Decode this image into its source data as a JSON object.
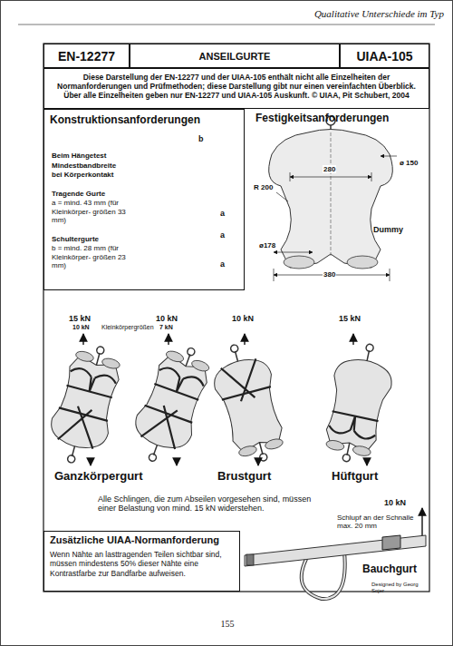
{
  "diagram": {
    "nodes": [
      {
        "text": [
          "EN-12277"
        ]
      },
      {
        "text": [
          "ANSEILGURTE"
        ]
      },
      {
        "text": [
          "UIAA-105"
        ]
      },
      {
        "text": [
          "Diese Darstellung der EN-12277 und der UIAA-105 enthält nicht alle Einzelheiten der Normanforderungen und Prüfmethoden; diese Darstellung gibt nur einen vereinfachten Überblick. Über alle Einzelheiten geben nur EN-12277 und UIAA-105 Auskunft. © UIAA, Pit Schubert, 2004"
        ]
      },
      {
        "text": [
          "Konstruktionsanforderungen",
          "Beim Hängetest",
          "Mindestbandbreite bei Körperkontakt",
          "Tragende Gurte",
          "a = mind. 43 mm (für Kleinkörper- größen 33 mm)",
          "Schultergurte",
          "b = mind. 28 mm (für Kleinkörper- größen 23 mm)"
        ]
      },
      {
        "text": [
          "Zusätzliche UIAA-Normanforderung",
          "Wenn Nähte an lasttragenden Teilen sichtbar sind, müssen mindestens 50% dieser Nähte eine Kontrastfarbe zur Bandfarbe aufweisen."
        ]
      }
    ],
    "labels": [
      "Qualitative Unterschiede im Typ",
      "Festigkeitsanforderungen",
      "ø 150",
      "280",
      "R 200",
      "Dummy",
      "ø178",
      "380",
      "15 kN",
      "10 kN",
      "Kleinkörpergrößen",
      "10 kN",
      "7 kN",
      "10 kN",
      "15 kN",
      "Ganzkörpergurt",
      "Brustgurt",
      "Hüftgurt",
      "Alle Schlingen, die zum Abseilen vorgesehen sind, müssen einer Belastung von mind. 15 kN widerstehen.",
      "10 kN",
      "Schlupf an der Schnalle max. 20 mm",
      "Bauchgurt",
      "Designed by Georg Sojer",
      "155",
      "b",
      "a",
      "a",
      "a"
    ]
  }
}
